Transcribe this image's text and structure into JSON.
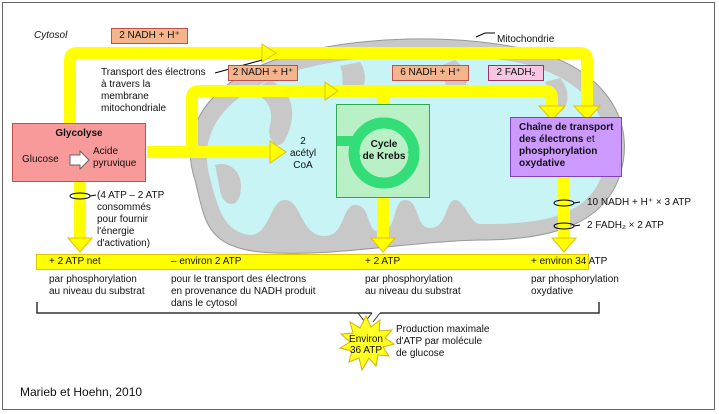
{
  "title": "Respiration cellulaire - bilan ATP",
  "regions": {
    "cytosol_label": "Cytosol",
    "mitochondria_label": "Mitochondrie"
  },
  "carriers": {
    "nadh_cytosol": "2 NADH + H⁺",
    "nadh_pyruvate": "2 NADH + H⁺",
    "nadh_krebs": "6 NADH + H⁺",
    "fadh2_krebs": "2 FADH₂"
  },
  "transport_note": [
    "Transport des électrons",
    "à travers la",
    "membrane",
    "mitochondriale"
  ],
  "glycolysis": {
    "title": "Glycolyse",
    "input": "Glucose",
    "output_line1": "Acide",
    "output_line2": "pyruvique"
  },
  "acetyl": [
    "2",
    "acétyl",
    "CoA"
  ],
  "krebs": {
    "line1": "Cycle",
    "line2": "de Krebs"
  },
  "etc": {
    "line1": "Chaîne de transport",
    "line2a": "des électrons",
    "line2b": " et",
    "line3": "phosphorylation",
    "line4": "oxydative"
  },
  "activation_note": [
    "(4 ATP – 2 ATP",
    "consommés",
    "pour fournir",
    "l'énergie",
    "d'activation)"
  ],
  "etc_yields": {
    "nadh": "10 NADH + H⁺ × 3 ATP",
    "fadh2": "2 FADH₂ × 2 ATP"
  },
  "band": [
    {
      "value": "+ 2 ATP net",
      "desc": [
        "par phosphorylation",
        "au niveau du substrat"
      ]
    },
    {
      "value": "– environ 2 ATP",
      "desc": [
        "pour le transport des électrons",
        "en provenance du NADH produit",
        "dans le cytosol"
      ]
    },
    {
      "value": "+ 2 ATP",
      "desc": [
        "par phosphorylation",
        "au niveau du substrat"
      ]
    },
    {
      "value": "+ environ 34 ATP",
      "desc": [
        "par phosphorylation",
        "oxydative"
      ]
    }
  ],
  "total": {
    "star_line1": "Environ",
    "star_line2": "36 ATP",
    "caption": [
      "Production maximale",
      "d'ATP par molécule",
      "de glucose"
    ]
  },
  "credit": "Marieb et Hoehn, 2010",
  "colors": {
    "arrow_yellow": "#ffff00",
    "glycolysis": "#f99a9a",
    "krebs_box": "#b9f0c6",
    "krebs_ring": "#33dd77",
    "etc_box": "#cc99ff",
    "nadh_box": "#f4b48c",
    "fadh_box": "#f6c6e2",
    "matrix": "#c8f4f6",
    "membrane": "#c8c8c8"
  }
}
